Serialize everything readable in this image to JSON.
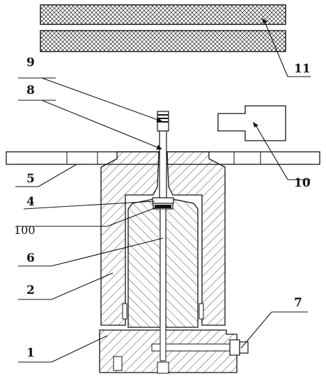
{
  "diagram": {
    "labels": {
      "l1": "1",
      "l2": "2",
      "l4": "4",
      "l5": "5",
      "l6": "6",
      "l7": "7",
      "l8": "8",
      "l9": "9",
      "l10": "10",
      "l11": "11",
      "l100": "100"
    },
    "colors": {
      "stroke": "#111111",
      "background": "#ffffff"
    }
  }
}
